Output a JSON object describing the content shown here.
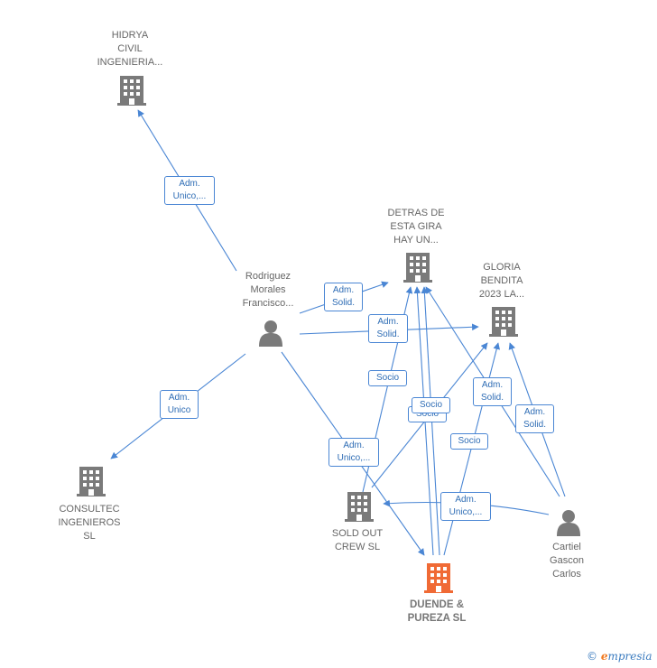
{
  "nodes": {
    "hidrya": {
      "label": "HIDRYA\nCIVIL\nINGENIERIA...",
      "kind": "company"
    },
    "detras": {
      "label": "DETRAS DE\nESTA GIRA\nHAY UN...",
      "kind": "company"
    },
    "gloria": {
      "label": "GLORIA\nBENDITA\n2023 LA...",
      "kind": "company"
    },
    "rodriguez": {
      "label": "Rodriguez\nMorales\nFrancisco...",
      "kind": "person"
    },
    "consultec": {
      "label": "CONSULTEC\nINGENIEROS\nSL",
      "kind": "company"
    },
    "soldout": {
      "label": "SOLD OUT\nCREW  SL",
      "kind": "company"
    },
    "duende": {
      "label": "DUENDE &\nPUREZA  SL",
      "kind": "company-focus"
    },
    "cartiel": {
      "label": "Cartiel\nGascon\nCarlos",
      "kind": "person"
    }
  },
  "edge_labels": {
    "rod_hidrya": "Adm.\nUnico,...",
    "rod_detras": "Adm.\nSolid.",
    "rod_gloria": "Adm.\nSolid.",
    "rod_consultec": "Adm.\nUnico",
    "rod_duende": "Adm.\nUnico,...",
    "sold_detras": "Socio",
    "duende_detras": "Socio",
    "duende_detras_2": "Socio",
    "duende_gloria": "Socio",
    "cart_detras": "Adm.\nSolid.",
    "cart_gloria": "Adm.\nSolid.",
    "cart_sold": "Adm.\nUnico,..."
  },
  "colors": {
    "edge": "#4a86d4",
    "node": "#7a7a7a",
    "focus": "#f06a35"
  },
  "footer": {
    "copyright": "©",
    "brand_initial": "e",
    "brand_rest": "mpresia"
  }
}
